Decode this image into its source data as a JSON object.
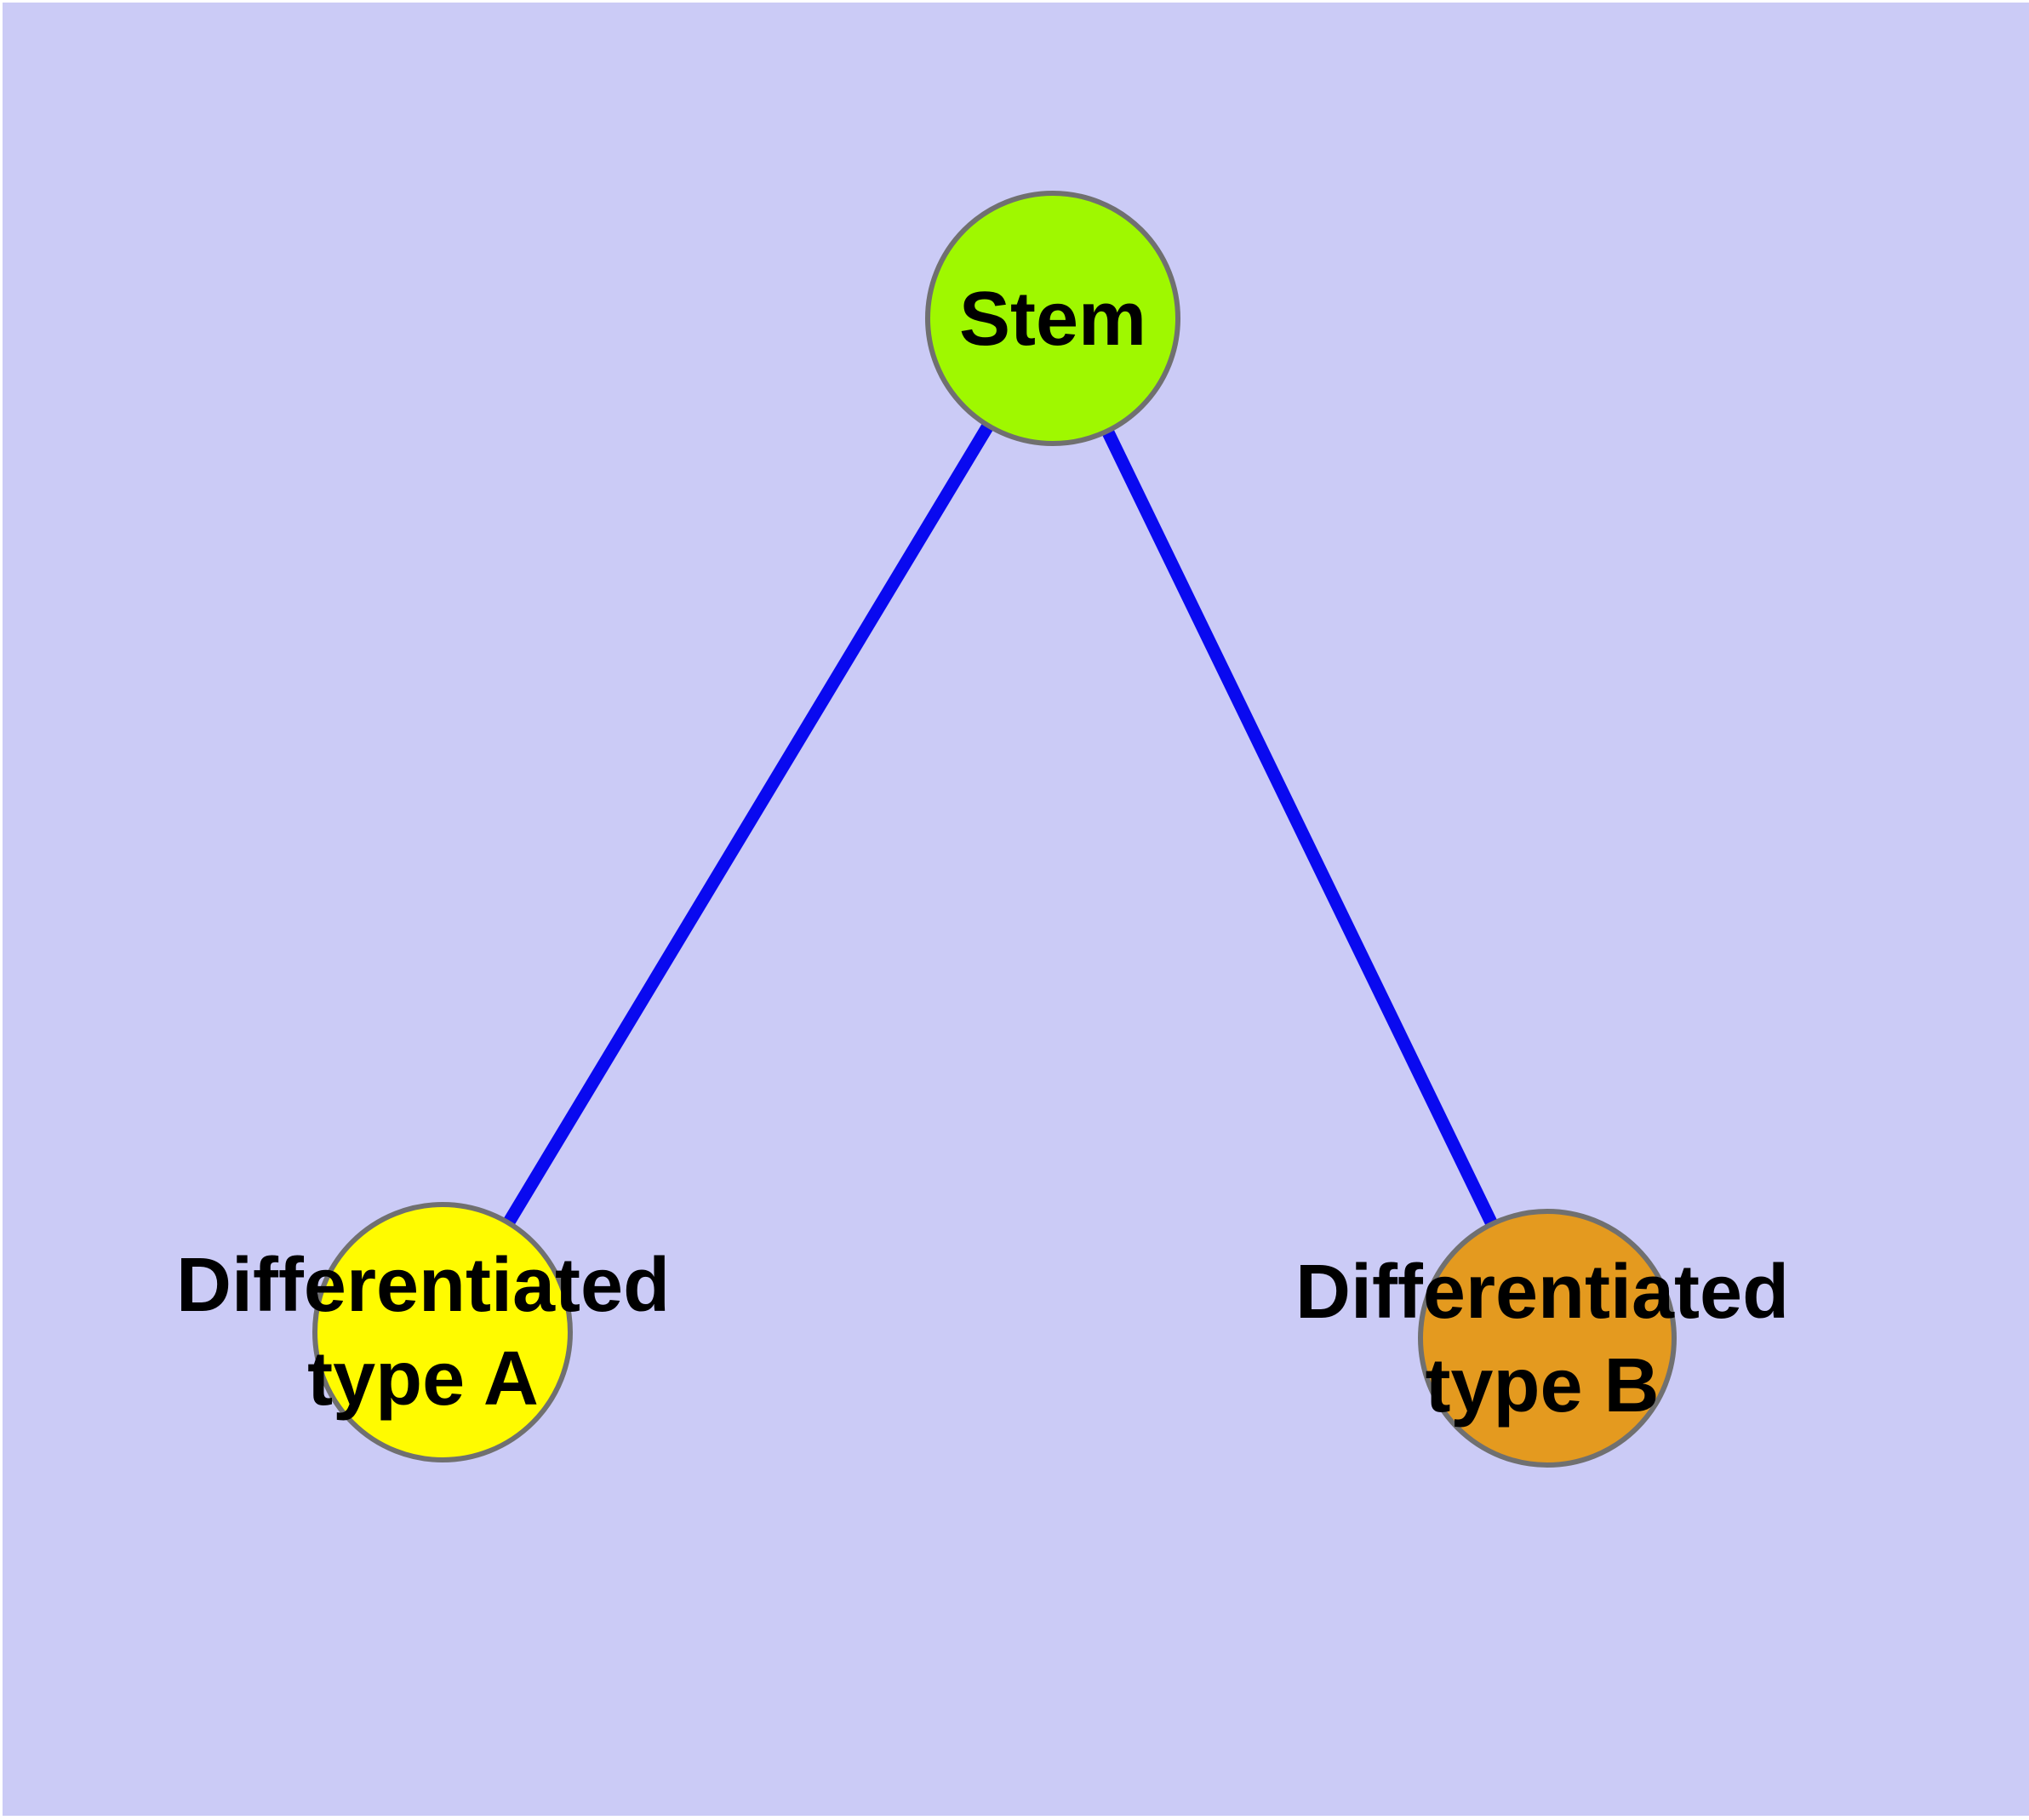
{
  "diagram": {
    "type": "node-link-graph",
    "frame_color": "#FFFFFF",
    "background_color": "#CBCBF6",
    "label_color": "#000000",
    "node_border_color": "#707070",
    "nodes": [
      {
        "id": "stem",
        "label": "Stem",
        "fill": "#9FF800",
        "border": "#707070"
      },
      {
        "id": "typeA",
        "label": "Differentiated\ntype A",
        "fill": "#FFFB00",
        "border": "#707070"
      },
      {
        "id": "typeB",
        "label": "Differentiated\ntype B",
        "fill": "#E49A1F",
        "border": "#707070"
      }
    ],
    "edges": [
      {
        "from": "stem",
        "to": "typeA",
        "color": "#0909F0"
      },
      {
        "from": "stem",
        "to": "typeB",
        "color": "#0909F0"
      }
    ]
  }
}
